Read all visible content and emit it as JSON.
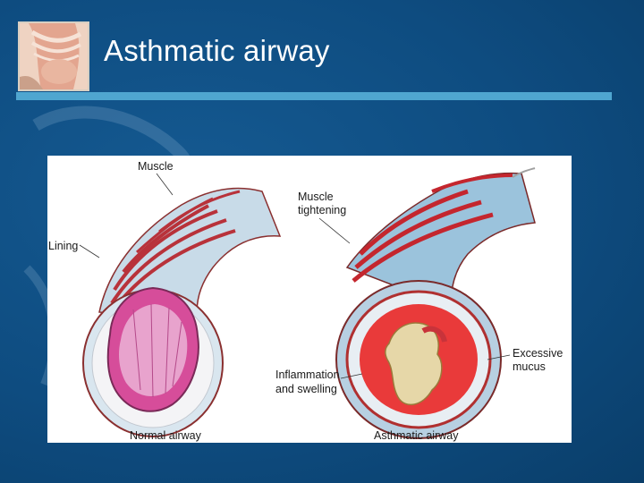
{
  "slide": {
    "title": "Asthmatic airway",
    "thumbnail_icon": "pregnant-woman-photo"
  },
  "figure": {
    "labels": {
      "muscle": "Muscle",
      "lining": "Lining",
      "muscle_tightening_1": "Muscle",
      "muscle_tightening_2": "tightening",
      "excessive_mucus_1": "Excessive",
      "excessive_mucus_2": "mucus",
      "inflammation_1": "Inflammation",
      "inflammation_2": "and swelling",
      "normal_caption": "Normal airway",
      "asthmatic_caption": "Asthmatic airway"
    }
  }
}
